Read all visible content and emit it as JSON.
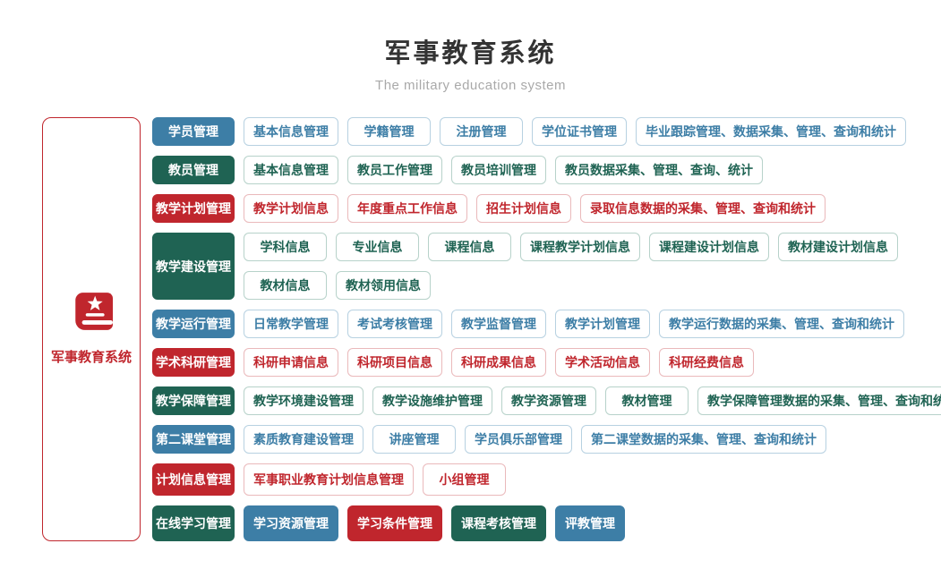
{
  "palette": {
    "blue": "#3d7ea6",
    "green": "#1f6353",
    "red": "#c0262d",
    "blue_border": "#b7d1e1",
    "green_border": "#b7d2ca",
    "red_border": "#eab9bb",
    "title_color": "#333333",
    "subtitle_color": "#a9a9a9"
  },
  "header": {
    "title": "军事教育系统",
    "subtitle": "The military education system"
  },
  "sidebar": {
    "label": "军事教育系统",
    "icon": "book-star-icon"
  },
  "rows": [
    {
      "category": {
        "label": "学员管理",
        "color": "blue"
      },
      "lines": [
        [
          {
            "label": "基本信息管理",
            "color": "blue",
            "variant": "outline"
          },
          {
            "label": "学籍管理",
            "color": "blue",
            "variant": "outline"
          },
          {
            "label": "注册管理",
            "color": "blue",
            "variant": "outline"
          },
          {
            "label": "学位证书管理",
            "color": "blue",
            "variant": "outline"
          },
          {
            "label": "毕业跟踪管理、数据采集、管理、查询和统计",
            "color": "blue",
            "variant": "outline"
          }
        ]
      ]
    },
    {
      "category": {
        "label": "教员管理",
        "color": "green"
      },
      "lines": [
        [
          {
            "label": "基本信息管理",
            "color": "green",
            "variant": "outline"
          },
          {
            "label": "教员工作管理",
            "color": "green",
            "variant": "outline"
          },
          {
            "label": "教员培训管理",
            "color": "green",
            "variant": "outline"
          },
          {
            "label": "教员数据采集、管理、查询、统计",
            "color": "green",
            "variant": "outline"
          }
        ]
      ]
    },
    {
      "category": {
        "label": "教学计划管理",
        "color": "red"
      },
      "lines": [
        [
          {
            "label": "教学计划信息",
            "color": "red",
            "variant": "outline"
          },
          {
            "label": "年度重点工作信息",
            "color": "red",
            "variant": "outline"
          },
          {
            "label": "招生计划信息",
            "color": "red",
            "variant": "outline"
          },
          {
            "label": "录取信息数据的采集、管理、查询和统计",
            "color": "red",
            "variant": "outline"
          }
        ]
      ]
    },
    {
      "category": {
        "label": "教学建设管理",
        "color": "green"
      },
      "lines": [
        [
          {
            "label": "学科信息",
            "color": "green",
            "variant": "outline"
          },
          {
            "label": "专业信息",
            "color": "green",
            "variant": "outline"
          },
          {
            "label": "课程信息",
            "color": "green",
            "variant": "outline"
          },
          {
            "label": "课程教学计划信息",
            "color": "green",
            "variant": "outline"
          },
          {
            "label": "课程建设计划信息",
            "color": "green",
            "variant": "outline"
          },
          {
            "label": "教材建设计划信息",
            "color": "green",
            "variant": "outline"
          }
        ],
        [
          {
            "label": "教材信息",
            "color": "green",
            "variant": "outline"
          },
          {
            "label": "教材领用信息",
            "color": "green",
            "variant": "outline"
          }
        ]
      ]
    },
    {
      "category": {
        "label": "教学运行管理",
        "color": "blue"
      },
      "lines": [
        [
          {
            "label": "日常教学管理",
            "color": "blue",
            "variant": "outline"
          },
          {
            "label": "考试考核管理",
            "color": "blue",
            "variant": "outline"
          },
          {
            "label": "教学监督管理",
            "color": "blue",
            "variant": "outline"
          },
          {
            "label": "教学计划管理",
            "color": "blue",
            "variant": "outline"
          },
          {
            "label": "教学运行数据的采集、管理、查询和统计",
            "color": "blue",
            "variant": "outline"
          }
        ]
      ]
    },
    {
      "category": {
        "label": "学术科研管理",
        "color": "red"
      },
      "lines": [
        [
          {
            "label": "科研申请信息",
            "color": "red",
            "variant": "outline"
          },
          {
            "label": "科研项目信息",
            "color": "red",
            "variant": "outline"
          },
          {
            "label": "科研成果信息",
            "color": "red",
            "variant": "outline"
          },
          {
            "label": "学术活动信息",
            "color": "red",
            "variant": "outline"
          },
          {
            "label": "科研经费信息",
            "color": "red",
            "variant": "outline"
          }
        ]
      ]
    },
    {
      "category": {
        "label": "教学保障管理",
        "color": "green"
      },
      "lines": [
        [
          {
            "label": "教学环境建设管理",
            "color": "green",
            "variant": "outline"
          },
          {
            "label": "教学设施维护管理",
            "color": "green",
            "variant": "outline"
          },
          {
            "label": "教学资源管理",
            "color": "green",
            "variant": "outline"
          },
          {
            "label": "教材管理",
            "color": "green",
            "variant": "outline"
          },
          {
            "label": "教学保障管理数据的采集、管理、查询和统计",
            "color": "green",
            "variant": "outline"
          }
        ]
      ]
    },
    {
      "category": {
        "label": "第二课堂管理",
        "color": "blue"
      },
      "lines": [
        [
          {
            "label": "素质教育建设管理",
            "color": "blue",
            "variant": "outline"
          },
          {
            "label": "讲座管理",
            "color": "blue",
            "variant": "outline"
          },
          {
            "label": "学员俱乐部管理",
            "color": "blue",
            "variant": "outline"
          },
          {
            "label": "第二课堂数据的采集、管理、查询和统计",
            "color": "blue",
            "variant": "outline"
          }
        ]
      ]
    },
    {
      "category": {
        "label": "计划信息管理",
        "color": "red"
      },
      "lines": [
        [
          {
            "label": "军事职业教育计划信息管理",
            "color": "red",
            "variant": "outline"
          },
          {
            "label": "小组管理",
            "color": "red",
            "variant": "outline"
          }
        ]
      ]
    },
    {
      "category": {
        "label": "在线学习管理",
        "color": "green"
      },
      "lines": [
        [
          {
            "label": "学习资源管理",
            "color": "blue",
            "variant": "solid"
          },
          {
            "label": "学习条件管理",
            "color": "red",
            "variant": "solid"
          },
          {
            "label": "课程考核管理",
            "color": "green",
            "variant": "solid"
          },
          {
            "label": "评教管理",
            "color": "blue",
            "variant": "solid"
          }
        ]
      ]
    }
  ]
}
